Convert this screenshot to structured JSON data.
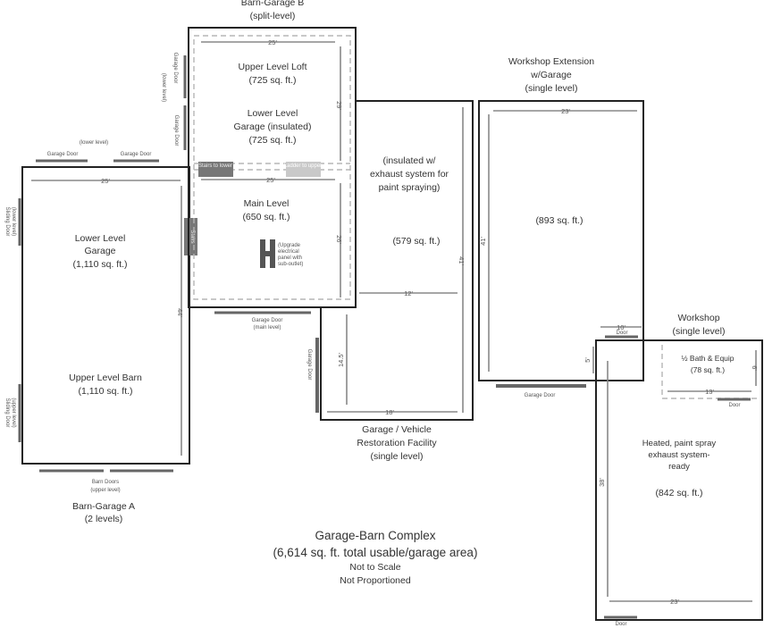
{
  "buildings": {
    "barn_a": {
      "name": "Barn-Garage A",
      "levels": "(2 levels)",
      "lower_name": "Lower Level",
      "lower_name2": "Garage",
      "lower_area": "(1,110 sq. ft.)",
      "upper_name": "Upper Level Barn",
      "upper_area": "(1,110 sq. ft.)",
      "width_dim": "25'",
      "height_dim": "44'",
      "door_label_top_left": "Garage Door",
      "door_label_top_mid": "(lower level)",
      "door_label_top_right": "Garage Door",
      "side_door_top": "Sliding Door",
      "side_door_top_sub": "(lower level)",
      "side_door_bottom": "Sliding Door",
      "side_door_bottom_sub": "(upper level)",
      "barn_doors": "Barn Doors",
      "barn_doors_sub": "(upper level)"
    },
    "barn_b": {
      "name": "Barn-Garage B",
      "levels": "(split-level)",
      "loft_name": "Upper Level Loft",
      "loft_area": "(725 sq. ft.)",
      "lower_name": "Lower Level",
      "lower_name2": "Garage (insulated)",
      "lower_area": "(725 sq. ft.)",
      "main_name": "Main Level",
      "main_area": "(650 sq. ft.)",
      "top_dim": "25'",
      "mid_dim": "25'",
      "upper_v_dim": "29'",
      "lower_v_dim": "26'",
      "stairs_down": "Stairs to lower",
      "ladder_up": "Ladder to upper",
      "stairs": "Stairs",
      "side_garage_door": "Garage Door",
      "side_level_sub": "(lower level)",
      "side_garage_door2": "Garage Door",
      "front_garage_door": "Garage Door",
      "front_garage_door_sub": "(main level)",
      "note_1": "(Upgrade",
      "note_2": "electrical",
      "note_3": "panel with",
      "note_4": "sub-outlet)"
    },
    "restoration": {
      "name": "Garage / Vehicle",
      "name2": "Restoration Facility",
      "levels": "(single level)",
      "note_1": "(insulated w/",
      "note_2": "exhaust system for",
      "note_3": "paint spraying)",
      "area": "(579 sq. ft.)",
      "width_dim": "12'",
      "height_dim": "41'",
      "left_dim": "14.5'",
      "bottom_dim": "18'",
      "side_door": "Garage Door"
    },
    "extension": {
      "name": "Workshop Extension",
      "name2": "w/Garage",
      "levels": "(single level)",
      "area": "(893 sq. ft.)",
      "width_dim": "23'",
      "height_dim": "41'",
      "door": "Garage Door"
    },
    "workshop": {
      "name": "Workshop",
      "levels": "(single level)",
      "bath": "½ Bath & Equip",
      "bath_area": "(78 sq. ft.)",
      "bath_w_dim": "13'",
      "bath_h_dim": "6'",
      "note_1": "Heated, paint spray",
      "note_2": "exhaust system-",
      "note_3": "ready",
      "area": "(842 sq. ft.)",
      "width_dim": "23'",
      "height_dim": "38'",
      "link_dim": "10'",
      "link_v_dim": "5'",
      "door_top": "Door",
      "door_right": "Door",
      "door_bottom": "Door"
    }
  },
  "complex": {
    "title": "Garage-Barn Complex",
    "subtitle": "(6,614 sq. ft. total usable/garage area)",
    "note1": "Not to Scale",
    "note2": "Not Proportioned"
  },
  "colors": {
    "wall": "#222222",
    "dimension": "#888888",
    "door": "#666666",
    "stairs": "#777777",
    "ladder": "#c9c9c9"
  }
}
